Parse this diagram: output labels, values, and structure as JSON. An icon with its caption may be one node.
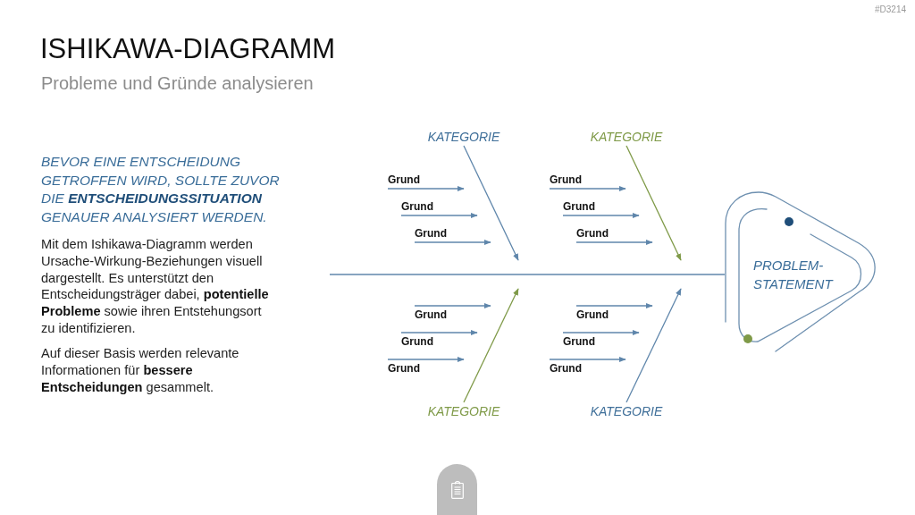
{
  "diagram": {
    "title": "ISHIKAWA-DIAGRAMM",
    "nodes": [
      {
        "text": [
          "KATEGORIE"
        ]
      },
      {
        "text": [
          "Grund"
        ]
      },
      {
        "text": [
          "Grund"
        ]
      },
      {
        "text": [
          "Grund"
        ]
      },
      {
        "text": [
          "KATEGORIE"
        ]
      },
      {
        "text": [
          "Grund"
        ]
      },
      {
        "text": [
          "Grund"
        ]
      },
      {
        "text": [
          "Grund"
        ]
      },
      {
        "text": [
          "PROBLEM-STATEMENT"
        ]
      },
      {
        "text": [
          "Grund"
        ]
      },
      {
        "text": [
          "Grund"
        ]
      },
      {
        "text": [
          "Grund"
        ]
      },
      {
        "text": [
          "KATEGORIE"
        ]
      },
      {
        "text": [
          "Grund"
        ]
      },
      {
        "text": [
          "Grund"
        ]
      },
      {
        "text": [
          "Grund"
        ]
      },
      {
        "text": [
          "KATEGORIE"
        ]
      }
    ],
    "edges": [
      {
        "from": null,
        "to": 8,
        "arrow": "none"
      },
      {
        "from": 0,
        "to": null,
        "arrow": "to"
      },
      {
        "from": 1,
        "to": null,
        "arrow": "to"
      },
      {
        "from": 2,
        "to": null,
        "arrow": "to"
      },
      {
        "from": 3,
        "to": null,
        "arrow": "to"
      },
      {
        "from": 4,
        "to": null,
        "arrow": "to",
        "color": "#7f9a48"
      },
      {
        "from": 5,
        "to": null,
        "arrow": "to"
      },
      {
        "from": 6,
        "to": null,
        "arrow": "to"
      },
      {
        "from": 7,
        "to": null,
        "arrow": "to"
      },
      {
        "from": 9,
        "to": null,
        "arrow": "to"
      },
      {
        "from": 10,
        "to": null,
        "arrow": "to"
      },
      {
        "from": 11,
        "to": null,
        "arrow": "to"
      },
      {
        "from": 12,
        "to": null,
        "arrow": "to",
        "color": "#7f9a48"
      },
      {
        "from": 13,
        "to": null,
        "arrow": "to"
      },
      {
        "from": 14,
        "to": null,
        "arrow": "to"
      },
      {
        "from": 15,
        "to": null,
        "arrow": "to"
      },
      {
        "from": 16,
        "to": null,
        "arrow": "to"
      }
    ],
    "labels": [
      "#D3214",
      "Probleme und Gründe analysieren",
      "BEVOR EINE ENTSCHEIDUNG GETROFFEN WIRD, SOLLTE ZUVOR DIE **ENTSCHEIDUNGSSITUATION** GENAUER ANALYSIERT WERDEN.",
      "Mit dem Ishikawa-Diagramm werden Ursache-Wirkung-Beziehungen visuell dargestellt. Es unterstützt den Entscheidungsträger dabei, **potentielle Probleme** sowie ihren Entstehungsort zu identifizieren.",
      "Auf dieser Basis werden relevante Informationen für **bessere Entscheidungen** gesammelt."
    ]
  }
}
